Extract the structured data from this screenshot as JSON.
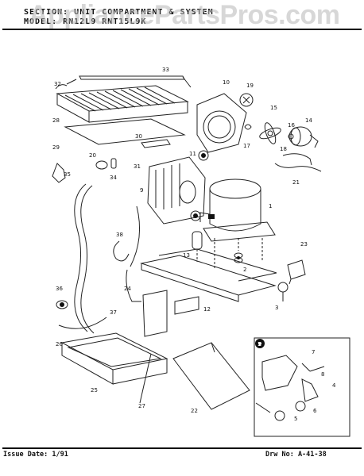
{
  "header": {
    "section_line": "SECTION: UNIT COMPARTMENT & SYSTEM",
    "model_line": "MODEL: RN12L9 RNT15L9K"
  },
  "watermark": "AppliancePartsPros.com",
  "footer": {
    "issue_date": "Issue Date: 1/91",
    "drawing_number": "Drw No: A-41-38"
  },
  "callouts": [
    "1",
    "2",
    "3",
    "4",
    "5",
    "6",
    "7",
    "8",
    "9",
    "10",
    "11",
    "12",
    "13",
    "14",
    "15",
    "16",
    "17",
    "18",
    "19",
    "20",
    "21",
    "22",
    "23",
    "24",
    "25",
    "26",
    "27",
    "28",
    "29",
    "30",
    "31",
    "32",
    "33",
    "34",
    "35",
    "36",
    "37",
    "38"
  ],
  "inset_marker": "1"
}
